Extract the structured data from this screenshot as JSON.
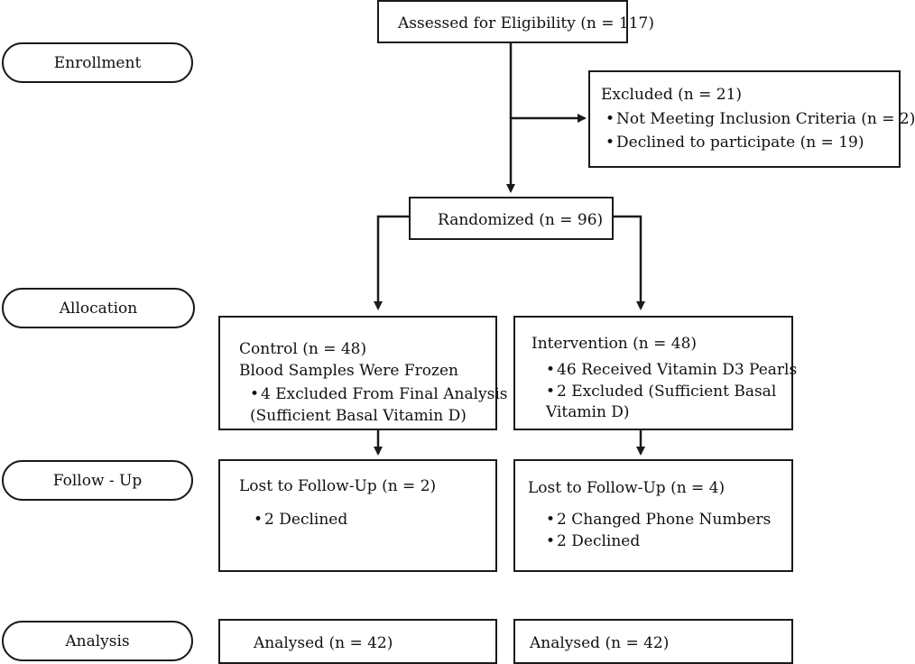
{
  "stages": {
    "enrollment": "Enrollment",
    "allocation": "Allocation",
    "follow_up": "Follow - Up",
    "analysis": "Analysis"
  },
  "assessed": "Assessed for Eligibility (n = 117)",
  "excluded": {
    "title": "Excluded (n = 21)",
    "items": [
      "Not Meeting Inclusion Criteria (n = 2)",
      "Declined to participate (n = 19)"
    ]
  },
  "randomized": "Randomized (n = 96)",
  "control": {
    "title": "Control (n = 48)",
    "line2": "Blood Samples Were Frozen",
    "bullet": "4 Excluded From Final Analysis",
    "bullet_cont": "(Sufficient Basal Vitamin D)"
  },
  "intervention": {
    "title": "Intervention (n = 48)",
    "bullet1": "46 Received Vitamin D3 Pearls",
    "bullet2": "2 Excluded (Sufficient Basal",
    "bullet2_cont": "Vitamin D)"
  },
  "control_followup": {
    "title": "Lost to Follow-Up (n = 2)",
    "items": [
      "2 Declined"
    ]
  },
  "intervention_followup": {
    "title": "Lost to Follow-Up (n = 4)",
    "items": [
      "2 Changed Phone Numbers",
      "2 Declined"
    ]
  },
  "control_analysis": "Analysed (n = 42)",
  "intervention_analysis": "Analysed (n = 42)"
}
